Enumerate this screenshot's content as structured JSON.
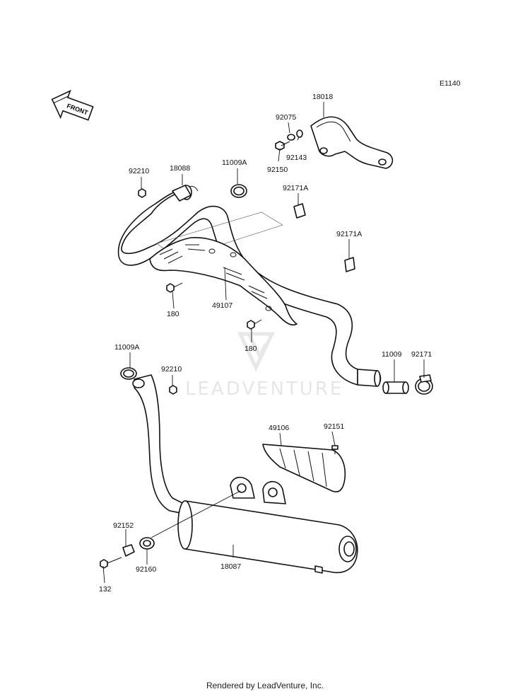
{
  "diagram_code": "E1140",
  "front_label": "FRONT",
  "watermark": "LEADVENTURE",
  "footer": "Rendered by LeadVenture, Inc.",
  "callouts": {
    "c18018": "18018",
    "c92075": "92075",
    "c92143": "92143",
    "c92150": "92150",
    "c92210_top": "92210",
    "c18088": "18088",
    "c11009A_top": "11009A",
    "c92171A_a": "92171A",
    "c92171A_b": "92171A",
    "c180_a": "180",
    "c49107": "49107",
    "c180_b": "180",
    "c11009A_low": "11009A",
    "c92210_low": "92210",
    "c11009": "11009",
    "c92171": "92171",
    "c49106": "49106",
    "c92151": "92151",
    "c92152": "92152",
    "c92160": "92160",
    "c18087": "18087",
    "c132": "132"
  }
}
